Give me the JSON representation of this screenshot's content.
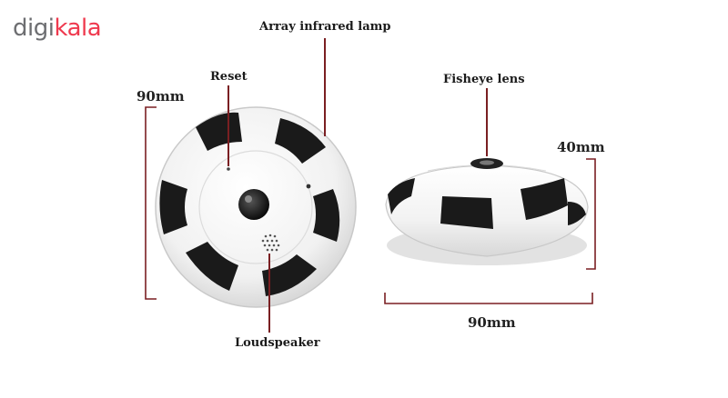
{
  "logo": {
    "part1": "digi",
    "part2": "kala"
  },
  "labels": {
    "array_ir_lamp": "Array infrared lamp",
    "reset": "Reset",
    "fisheye_lens": "Fisheye lens",
    "loudspeaker": "Loudspeaker"
  },
  "dimensions": {
    "front_height": "90mm",
    "side_height": "40mm",
    "side_width": "90mm"
  },
  "colors": {
    "body": "#f3f3f3",
    "ir_pad": "#1a1a1a",
    "leader": "#7a1f22",
    "dim_line": "#7a1f22"
  }
}
